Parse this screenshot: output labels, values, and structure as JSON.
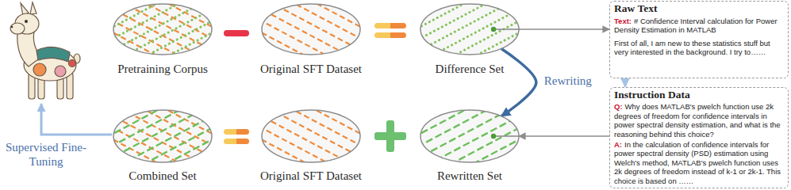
{
  "diagram": {
    "nodes": [
      {
        "text": [
          "Pretraining Corpus"
        ]
      },
      {
        "text": [
          "Original SFT Dataset"
        ]
      },
      {
        "text": [
          "Difference Set"
        ]
      },
      {
        "text": [
          "Raw Text",
          "Text:",
          "# Confidence Interval calculation for Power Density Estimation in MATLAB",
          "First of all, I am new to these statistics stuff but very interested in the background. I try to……"
        ]
      },
      {
        "text": [
          "Instruction Data",
          "Q:",
          "Why does MATLAB's pwelch function use 2k degrees of freedom for confidence intervals in power spectral density estimation, and what is the reasoning behind this choice?",
          "A:",
          "In the calculation of confidence intervals for power spectral density (PSD) estimation using Welch's method, MATLAB's pwelch function uses 2k degrees of freedom instead of k-1 or 2k-1. This choice is based on ……"
        ]
      },
      {
        "text": [
          "Combined Set"
        ]
      },
      {
        "text": [
          "Original SFT Dataset"
        ]
      },
      {
        "text": [
          "Rewritten Set"
        ]
      }
    ],
    "edges": [
      {
        "from": 2,
        "to": 3,
        "arrow": "to"
      },
      {
        "from": 3,
        "to": 4,
        "arrow": "to"
      },
      {
        "from": 4,
        "to": 7,
        "arrow": "to"
      },
      {
        "from": 2,
        "to": 7,
        "arrow": "to",
        "label": "Rewriting"
      }
    ],
    "labels": [
      "Supervised Fine-Tuning"
    ]
  }
}
